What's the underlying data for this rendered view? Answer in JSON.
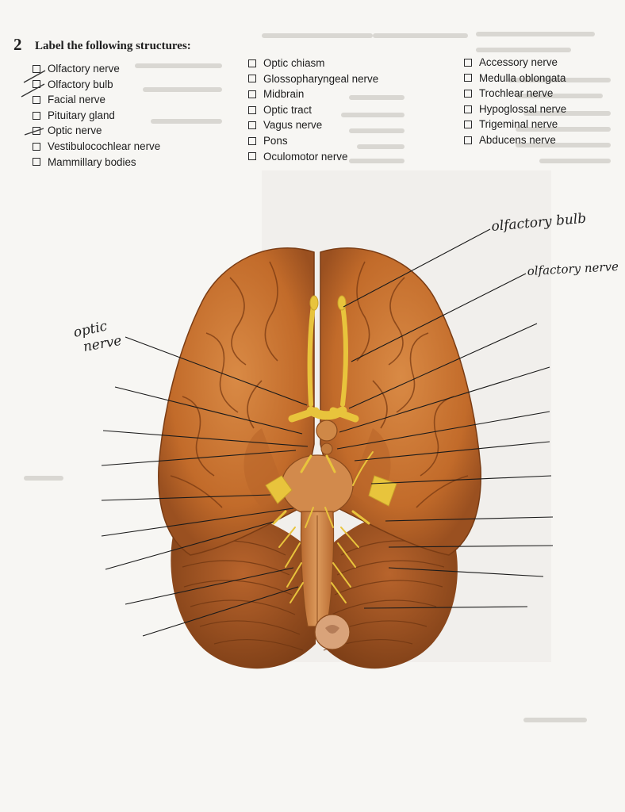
{
  "question": {
    "number": "2",
    "title": "Label the following structures:"
  },
  "structures": {
    "column1": [
      "Olfactory nerve",
      "Olfactory bulb",
      "Facial nerve",
      "Pituitary gland",
      "Optic nerve",
      "Vestibulocochlear nerve",
      "Mammillary bodies"
    ],
    "column2": [
      "Optic chiasm",
      "Glossopharyngeal nerve",
      "Midbrain",
      "Optic tract",
      "Vagus nerve",
      "Pons",
      "Oculomotor nerve"
    ],
    "column3": [
      "Accessory nerve",
      "Medulla oblongata",
      "Trochlear nerve",
      "Hypoglossal nerve",
      "Trigeminal nerve",
      "Abducens nerve"
    ]
  },
  "checked_items": [
    "Olfactory nerve",
    "Olfactory bulb",
    "Optic nerve"
  ],
  "handwritten_labels": {
    "olfactory_bulb": "olfactory bulb",
    "olfactory_nerve": "olfactory nerve",
    "optic_nerve_line1": "optic",
    "optic_nerve_line2": "nerve"
  },
  "colors": {
    "brain": "#c9742f",
    "brain_dark": "#8a4718",
    "nerve": "#e8c43c",
    "ink": "#1d1d1d"
  }
}
